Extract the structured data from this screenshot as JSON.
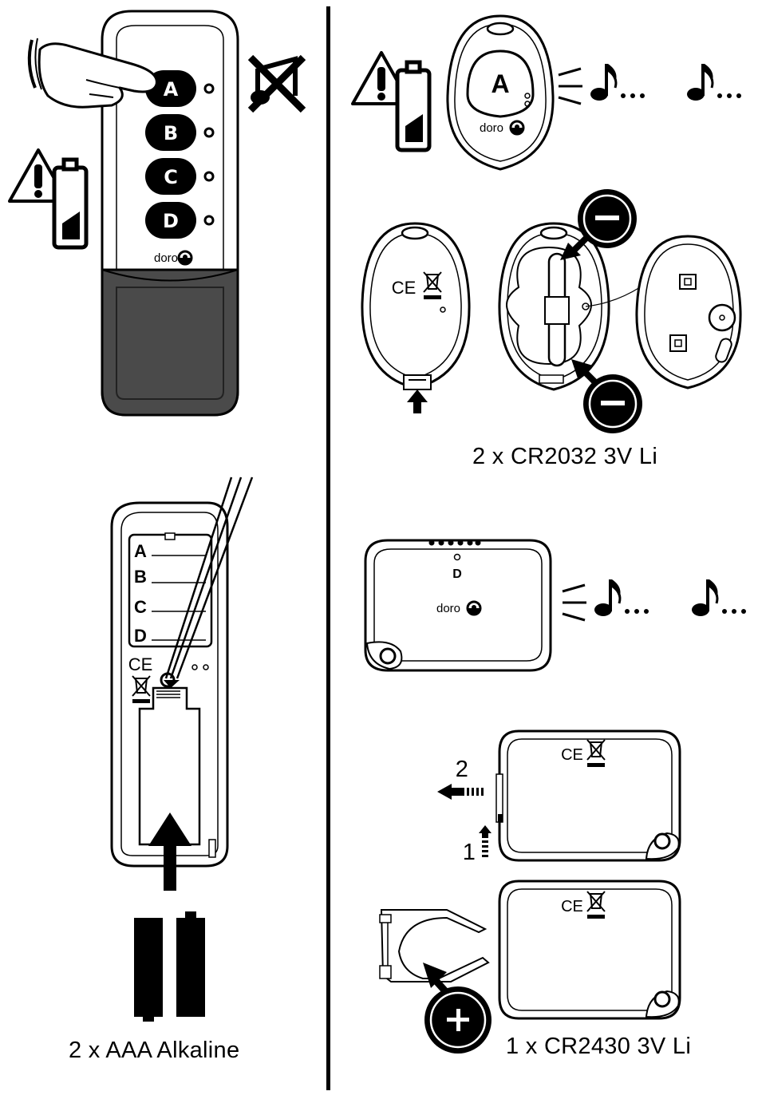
{
  "remote": {
    "buttons": [
      "A",
      "B",
      "C",
      "D"
    ],
    "brand": "doro"
  },
  "label_card": {
    "rows": [
      "A",
      "B",
      "C",
      "D"
    ]
  },
  "pendant": {
    "button": "A",
    "brand": "doro"
  },
  "sensor": {
    "letter": "D",
    "brand": "doro"
  },
  "steps": {
    "step1": "1",
    "step2": "2"
  },
  "captions": {
    "remote_battery": "2 x AAA  Alkaline",
    "pendant_battery": "2 x CR2032 3V Li",
    "sensor_battery": "1 x CR2430 3V Li"
  },
  "icons": [
    "battery-warning-icon",
    "battery-warning-icon",
    "no-sound-icon",
    "music-note-icon",
    "ce-mark-icon",
    "weee-bin-icon"
  ],
  "colors": {
    "ink": "#000000",
    "housing": "#ffffff",
    "grip": "#4a4a4a"
  }
}
